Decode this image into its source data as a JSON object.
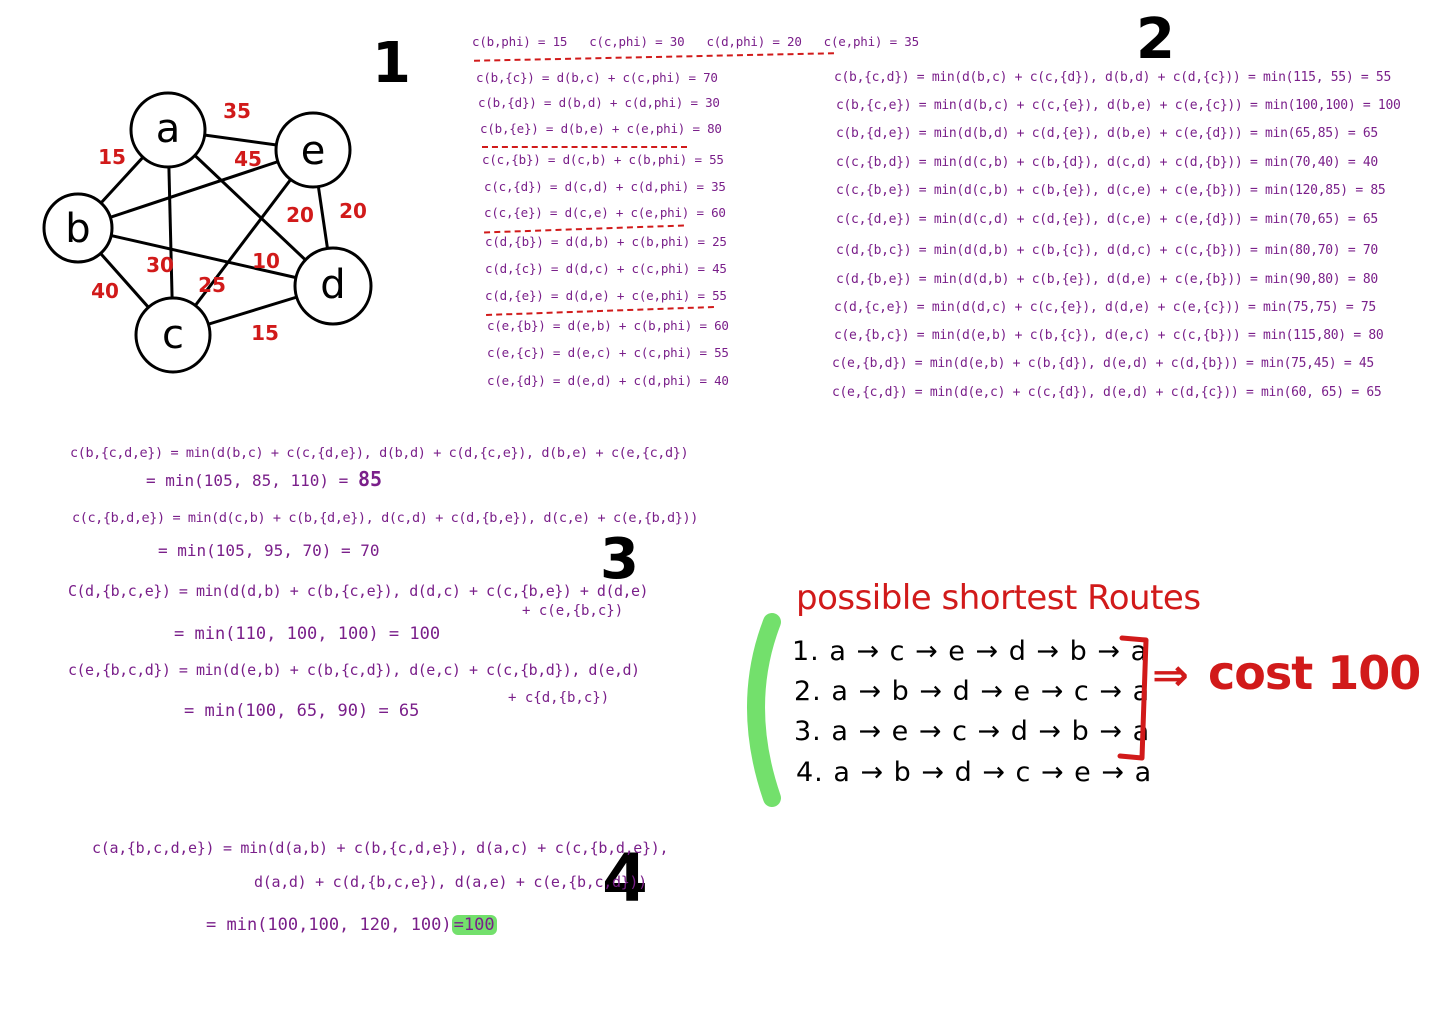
{
  "section_numbers": [
    "1",
    "2",
    "3",
    "4"
  ],
  "graph": {
    "nodes": [
      "a",
      "b",
      "c",
      "d",
      "e"
    ],
    "edge_labels": [
      "35",
      "15",
      "45",
      "20",
      "20",
      "30",
      "10",
      "40",
      "25",
      "15"
    ]
  },
  "section1": {
    "header": [
      "c(b,phi) = 15",
      "c(c,phi) = 30",
      "c(d,phi) = 20",
      "c(e,phi) = 35"
    ],
    "lines": [
      "c(b,{c}) = d(b,c) + c(c,phi) = 70",
      "c(b,{d}) = d(b,d) + c(d,phi) = 30",
      "c(b,{e}) = d(b,e) + c(e,phi) = 80",
      "c(c,{b}) = d(c,b) + c(b,phi) = 55",
      "c(c,{d}) = d(c,d) + c(d,phi) = 35",
      "c(c,{e}) = d(c,e) + c(e,phi) = 60",
      "c(d,{b}) = d(d,b) + c(b,phi) = 25",
      "c(d,{c}) = d(d,c) + c(c,phi) = 45",
      "c(d,{e}) = d(d,e) + c(e,phi) = 55",
      "c(e,{b}) = d(e,b) + c(b,phi) = 60",
      "c(e,{c}) = d(e,c) + c(c,phi) = 55",
      "c(e,{d}) = d(e,d) + c(d,phi) = 40"
    ]
  },
  "section2": {
    "lines": [
      "c(b,{c,d}) = min(d(b,c) + c(c,{d}), d(b,d) + c(d,{c})) = min(115, 55) = 55",
      "c(b,{c,e}) = min(d(b,c) + c(c,{e}), d(b,e) + c(e,{c})) = min(100,100) = 100",
      "c(b,{d,e}) = min(d(b,d) + c(d,{e}), d(b,e) + c(e,{d})) = min(65,85) = 65",
      "c(c,{b,d}) = min(d(c,b) + c(b,{d}), d(c,d) + c(d,{b})) = min(70,40) = 40",
      "c(c,{b,e}) = min(d(c,b) + c(b,{e}), d(c,e) + c(e,{b})) = min(120,85) = 85",
      "c(c,{d,e}) = min(d(c,d) + c(d,{e}), d(c,e) + c(e,{d})) = min(70,65) = 65",
      "c(d,{b,c}) = min(d(d,b) + c(b,{c}), d(d,c) + c(c,{b})) = min(80,70) = 70",
      "c(d,{b,e}) = min(d(d,b) + c(b,{e}), d(d,e) + c(e,{b})) = min(90,80) = 80",
      "c(d,{c,e}) = min(d(d,c) + c(c,{e}), d(d,e) + c(e,{c})) = min(75,75) = 75",
      "c(e,{b,c}) = min(d(e,b) + c(b,{c}), d(e,c) + c(c,{b})) = min(115,80) = 80",
      "c(e,{b,d}) = min(d(e,b) + c(b,{d}), d(e,d) + c(d,{b})) = min(75,45) = 45",
      "c(e,{c,d}) = min(d(e,c) + c(c,{d}), d(e,d) + c(d,{c})) = min(60, 65) = 65"
    ]
  },
  "section3": {
    "eq1": "c(b,{c,d,e}) = min(d(b,c) + c(c,{d,e}), d(b,d) + c(d,{c,e}), d(b,e) + c(e,{c,d})",
    "res1_prefix": "= min(105, 85, 110) =",
    "res1_value": "85",
    "eq2": "c(c,{b,d,e}) = min(d(c,b) + c(b,{d,e}), d(c,d) + c(d,{b,e}), d(c,e) + c(e,{b,d}))",
    "res2": "= min(105, 95, 70) = 70",
    "eq3a": "C(d,{b,c,e}) = min(d(d,b) + c(b,{c,e}), d(d,c) + c(c,{b,e}) + d(d,e)",
    "eq3b": "+ c(e,{b,c})",
    "res3": "= min(110, 100, 100) = 100",
    "eq4a": "c(e,{b,c,d}) = min(d(e,b) + c(b,{c,d}), d(e,c) + c(c,{b,d}), d(e,d)",
    "eq4b": "+ c{d,{b,c})",
    "res4": "= min(100, 65, 90) = 65"
  },
  "section4": {
    "eq_a": "c(a,{b,c,d,e}) = min(d(a,b) + c(b,{c,d,e}), d(a,c) + c(c,{b,d,e}),",
    "eq_b": "d(a,d) + c(d,{b,c,e}), d(a,e) + c(e,{b,c,d}))",
    "res_prefix": "= min(100,100, 120, 100)",
    "res_highlight": "=100"
  },
  "routes": {
    "title": "possible shortest Routes",
    "items": [
      "1. a → c → e → d → b → a",
      "2. a → b → d → e → c → a",
      "3. a → e → c → d → b → a",
      "4. a → b → d → c → e → a"
    ],
    "cost_arrow": "⇒",
    "cost_label": "cost 100"
  },
  "colors": {
    "ink_purple": "#7a1f8a",
    "ink_red": "#d11a1a",
    "highlight_green": "#73e06c",
    "ink_black": "#000000"
  }
}
